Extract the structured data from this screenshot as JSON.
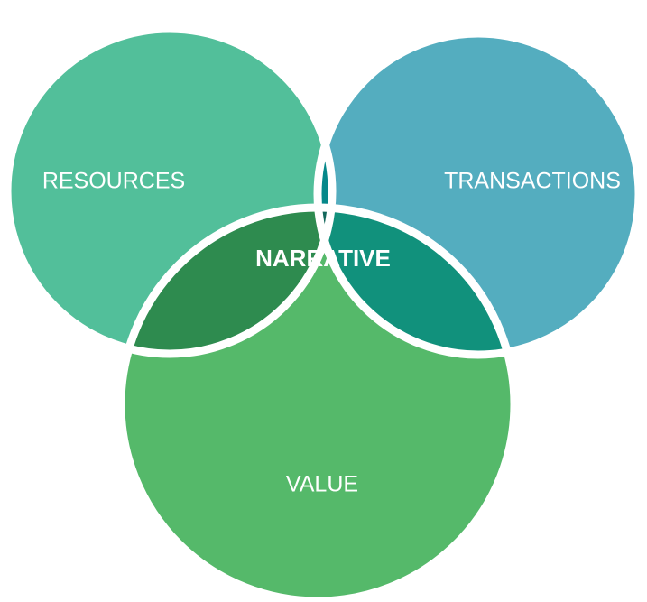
{
  "diagram": {
    "type": "venn",
    "sets": [
      {
        "id": "resources",
        "label": "RESOURCES",
        "color": "#52BF9A"
      },
      {
        "id": "transactions",
        "label": "TRANSACTIONS",
        "color": "#54ADBF"
      },
      {
        "id": "value",
        "label": "VALUE",
        "color": "#55B96A"
      }
    ],
    "intersections": {
      "resources_transactions": {
        "color": "#06888A"
      },
      "resources_value": {
        "color": "#2E8B4F"
      },
      "transactions_value": {
        "color": "#11917C"
      },
      "all": {
        "label": "NARRATIVE",
        "color": "#13675B"
      }
    }
  }
}
